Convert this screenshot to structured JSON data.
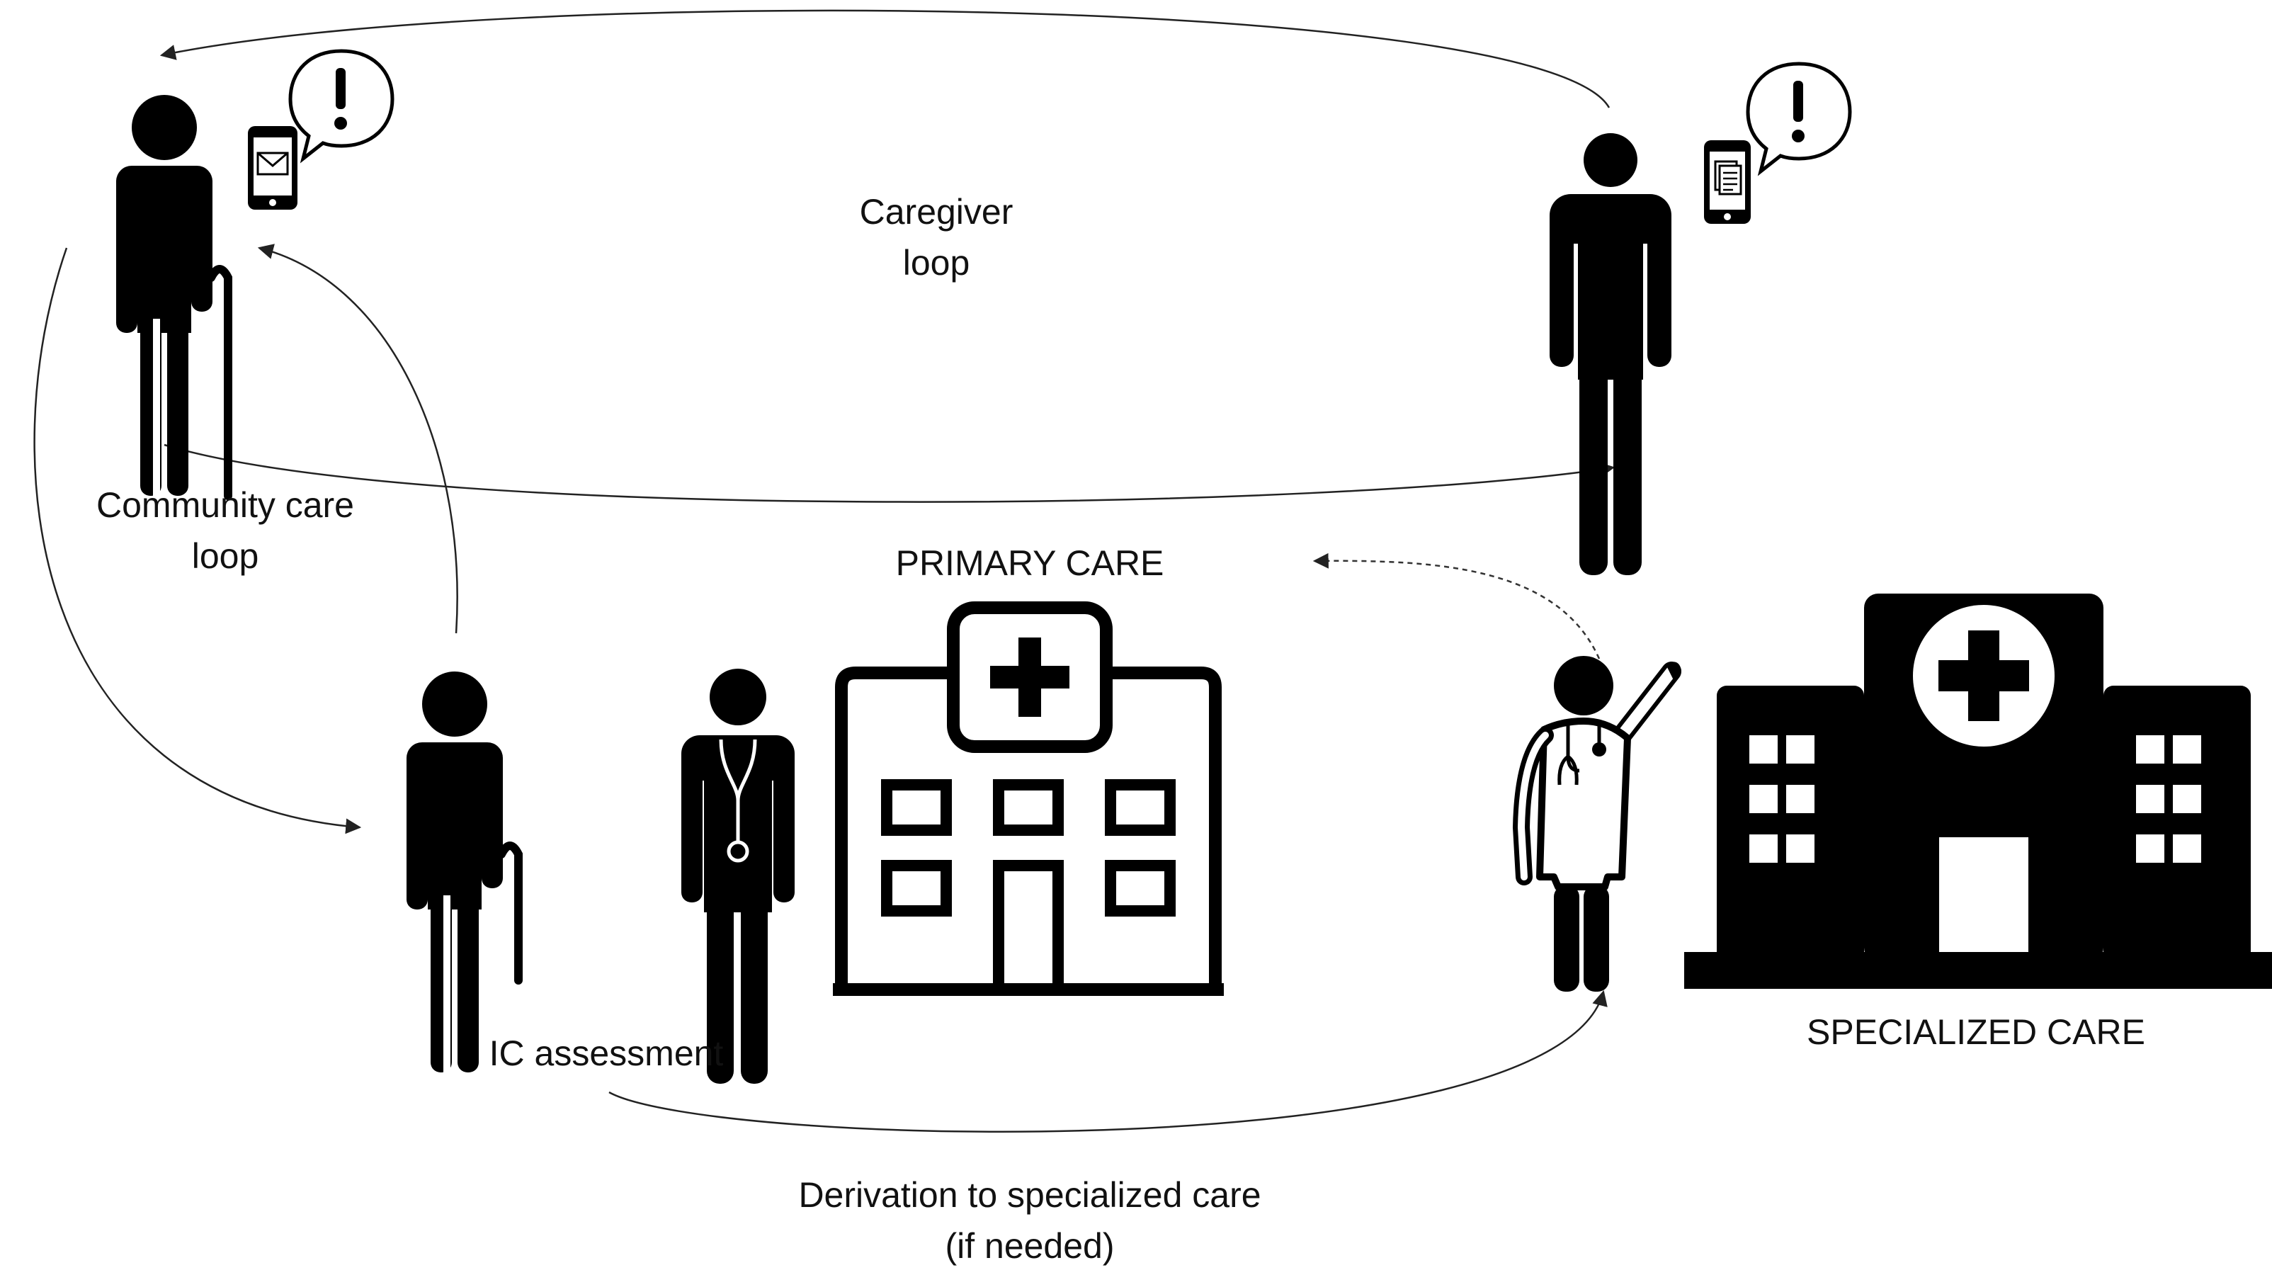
{
  "labels": {
    "caregiver_loop": [
      "Caregiver",
      "loop"
    ],
    "community_care_loop": [
      "Community care",
      "loop"
    ],
    "primary_care": "PRIMARY CARE",
    "ic_assessment": "IC assessment",
    "specialized_care": "SPECIALIZED CARE",
    "derivation": [
      "Derivation to specialized care",
      "(if needed)"
    ]
  },
  "icons": {
    "older_person_top": "elderly-person-with-cane-icon",
    "phone_mail": "smartphone-mail-icon",
    "alert_bubble_left": "alert-speech-bubble-icon",
    "caregiver": "caregiver-person-icon",
    "phone_document": "smartphone-document-icon",
    "alert_bubble_right": "alert-speech-bubble-icon",
    "older_person_bottom": "elderly-person-with-cane-icon",
    "primary_doctor": "doctor-with-stethoscope-icon",
    "primary_care_building": "clinic-building-icon",
    "specialist": "specialist-doctor-icon",
    "hospital": "hospital-building-icon"
  },
  "colors": {
    "ink": "#000000",
    "background": "#ffffff"
  }
}
